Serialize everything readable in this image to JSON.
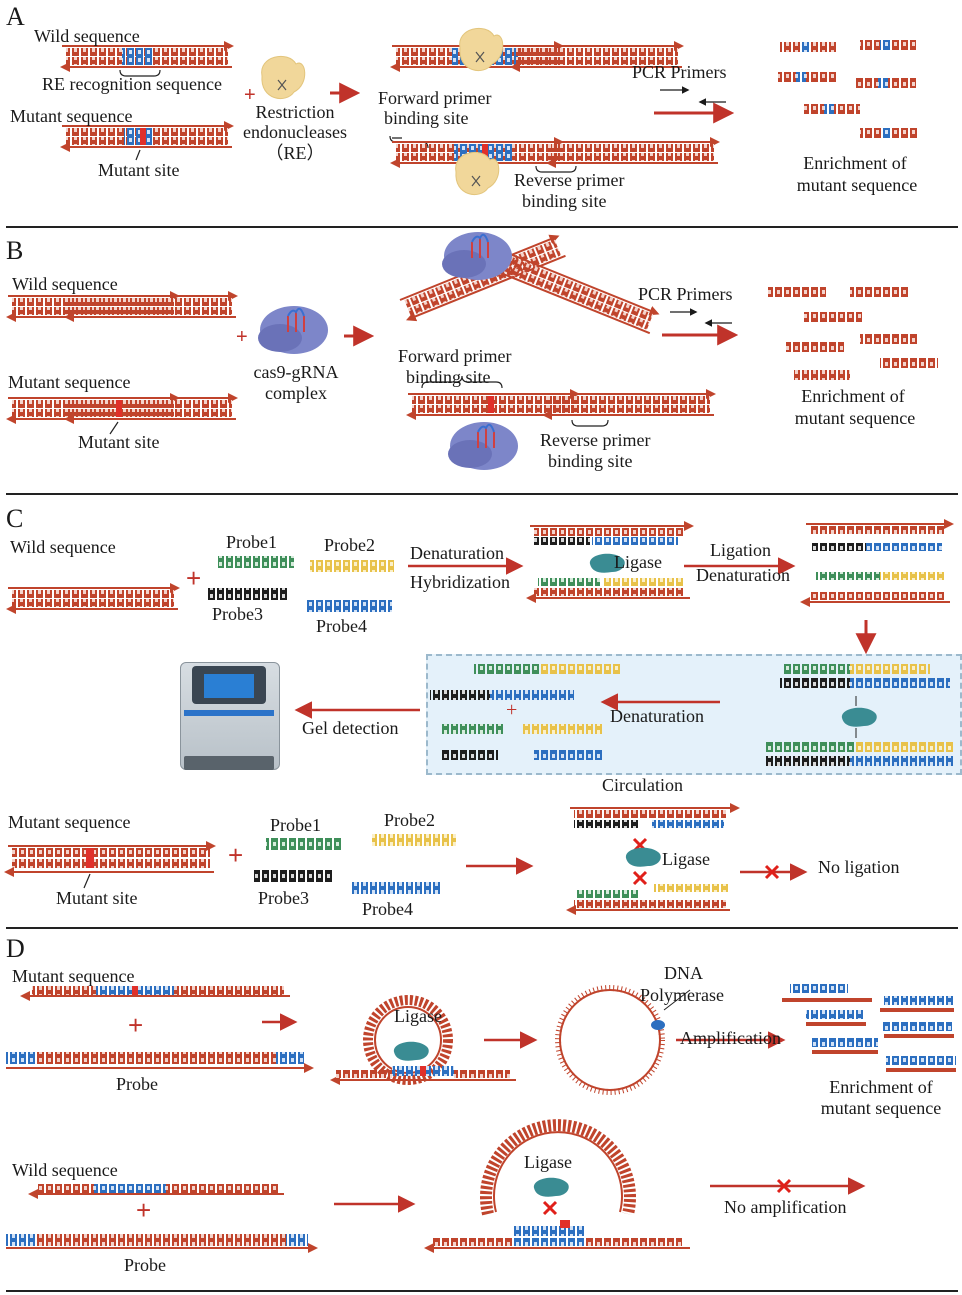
{
  "panels": {
    "A": {
      "letter": "A",
      "wild_sequence": "Wild sequence",
      "re_recognition": "RE recognition sequence",
      "mutant_sequence": "Mutant sequence",
      "mutant_site": "Mutant site",
      "restriction_1": "Restriction",
      "restriction_2": "endonucleases",
      "restriction_3": "（RE）",
      "forward_1": "Forward primer",
      "forward_2": "binding site",
      "reverse_1": "Reverse primer",
      "reverse_2": "binding site",
      "pcr": "PCR Primers",
      "enrich_1": "Enrichment of",
      "enrich_2": "mutant sequence"
    },
    "B": {
      "letter": "B",
      "wild_sequence": "Wild sequence",
      "mutant_sequence": "Mutant sequence",
      "mutant_site": "Mutant site",
      "cas9_1": "cas9-gRNA",
      "cas9_2": "complex",
      "forward_1": "Forward primer",
      "forward_2": "binding site",
      "reverse_1": "Reverse primer",
      "reverse_2": "binding site",
      "pcr": "PCR Primers",
      "enrich_1": "Enrichment of",
      "enrich_2": "mutant sequence"
    },
    "C": {
      "letter": "C",
      "wild_sequence": "Wild sequence",
      "probe1": "Probe1",
      "probe2": "Probe2",
      "probe3": "Probe3",
      "probe4": "Probe4",
      "denaturation": "Denaturation",
      "hybridization": "Hybridization",
      "ligase": "Ligase",
      "ligation": "Ligation",
      "denaturation2": "Denaturation",
      "gel": "Gel detection",
      "denaturation3": "Denaturation",
      "circulation": "Circulation",
      "mutant_sequence": "Mutant sequence",
      "mutant_site": "Mutant site",
      "probe1b": "Probe1",
      "probe2b": "Probe2",
      "probe3b": "Probe3",
      "probe4b": "Probe4",
      "ligase2": "Ligase",
      "no_ligation": "No ligation"
    },
    "D": {
      "letter": "D",
      "mutant_sequence": "Mutant sequence",
      "probe": "Probe",
      "ligase": "Ligase",
      "dna_1": "DNA",
      "dna_2": "Polymerase",
      "amplification": "Amplification",
      "enrich_1": "Enrichment of",
      "enrich_2": "mutant sequence",
      "wild_sequence": "Wild sequence",
      "probe2": "Probe",
      "ligase2": "Ligase",
      "no_amplification": "No amplification"
    }
  },
  "colors": {
    "dna_red": "#c0442c",
    "dna_blue": "#2c6fc0",
    "probe_green": "#3f8f5a",
    "probe_yellow": "#e8c24a",
    "probe_black": "#1e1e1e",
    "enzyme": "#f1d79a",
    "cas9": "#7d86c9",
    "ligase": "#3a8c93",
    "arrow": "#c0332a",
    "circulation_bg": "#e4f1fa"
  }
}
